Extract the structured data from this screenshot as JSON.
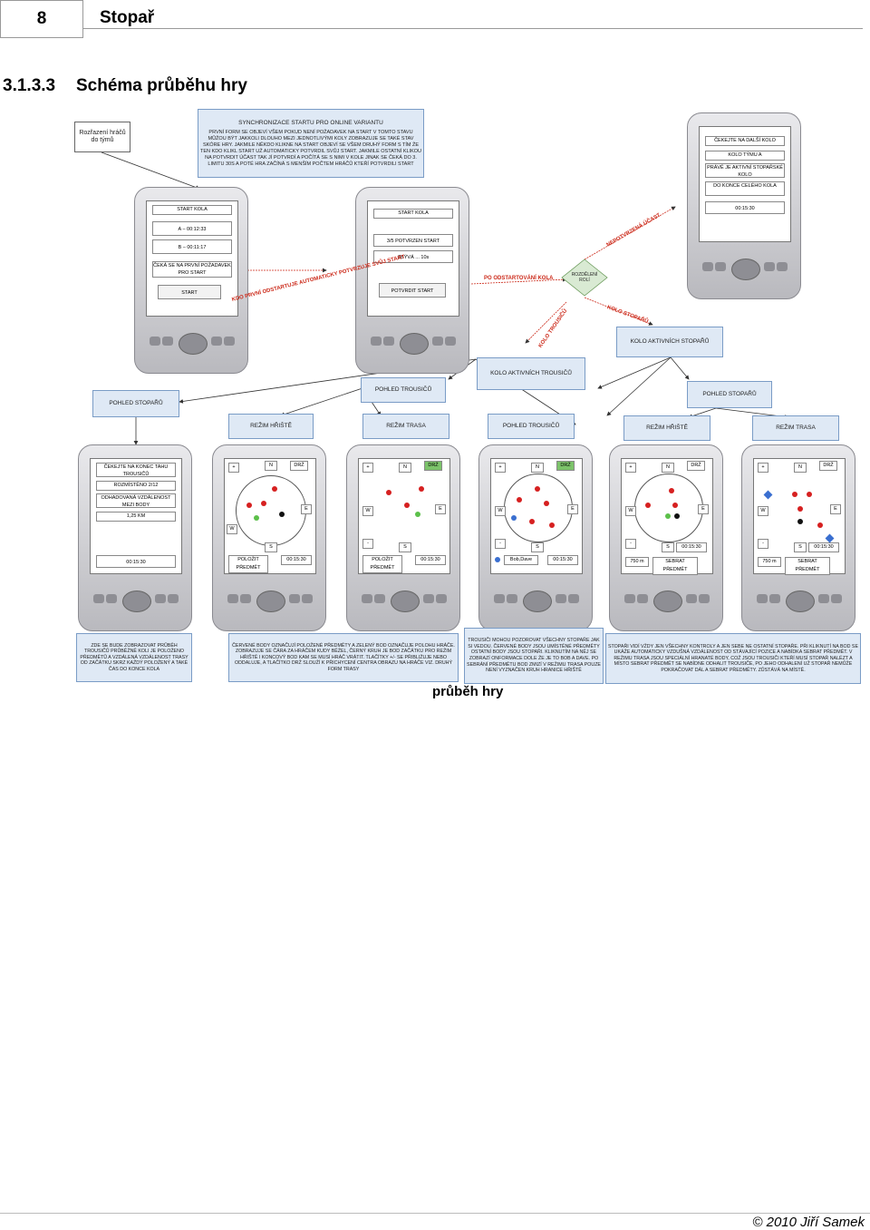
{
  "header": {
    "page_number": "8",
    "title": "Stopař"
  },
  "section": {
    "number": "3.1.3.3",
    "title": "Schéma průběhu hry"
  },
  "diagram": {
    "top_note": "SYNCHRONIZACE STARTU PRO ONLINE VARIANTU",
    "sync_text": "PRVNÍ FORM SE OBJEVÍ VŠEM POKUD NENÍ POŽADAVEK NA START V TOMTO STAVU MŮŽOU BÝT JAKKOLI DLOUHO MEZI JEDNOTLIVÝMI KOLY ZOBRAZUJE SE TAKÉ STAV SKÓRE HRY. JAKMILE NĚKDO KLIKNE NA START OBJEVÍ SE VŠEM DRUHÝ FORM S TÍM ŽE TEN KDO KLIKL START UŽ AUTOMATICKY POTVRDIL SVŮJ START. JAKMILE OSTATNÍ KLIKOU NA POTVRDIT ÚČAST TAK JÍ POTVRDÍ A POČÍTÁ SE S NIMI V KOLE JINAK SE ČEKÁ DO 3. LIMITU 30S A POTÉ HRA ZAČÍNÁ S MENŠÍM POČTEM HRÁČŮ KTEŘÍ POTVRDILI START",
    "team_note": "Rozřazení hráčů do týmů",
    "dev1": {
      "title": "START KOLA",
      "a": "A – 00:12:33",
      "b": "B – 00:11:17",
      "wait": "ČEKÁ SE NA PRVNÍ POŽADAVEK PRO START",
      "btn": "START"
    },
    "dev2": {
      "title": "START KOLA",
      "confirmed": "3/5 POTVRZEN START",
      "remaining": "ZBÝVÁ ... 10s",
      "btn": "POTVRDIT START"
    },
    "dev3": {
      "wait": "ČEKEJTE NA DALŠÍ KOLO",
      "team": "KOLO TÝMU A",
      "active": "PRÁVĚ JE AKTIVNÍ STOPAŘSKÉ KOLO",
      "end": "DO KONCE CELÉHO KOLA",
      "time": "00:15:30"
    },
    "arrow_first": "KDO PRVNÍ ODSTARTUJE AUTOMATICKY POTVRZUJE SVŮJ START",
    "arrow_after": "PO ODSTARTOVÁNÍ KOLA",
    "decision": "ROZDĚLENÍ ROLÍ",
    "arrow_unconfirmed": "NEPOTVRZENÁ ÚČAST",
    "arrow_stoparu": "KOLO STOPAŘŮ",
    "arrow_trousicu": "KOLO TROUSIČŮ",
    "kolo_stoparu": "KOLO AKTIVNÍCH STOPAŘŮ",
    "kolo_trousicu": "KOLO AKTIVNÍCH TROUSIČŮ",
    "pohled_stoparu": "POHLED STOPAŘŮ",
    "pohled_trousicu": "POHLED TROUSIČŮ",
    "rezim_hriste": "REŽIM HŘIŠTĚ",
    "rezim_trasa": "REŽIM TRASA",
    "pohled_trousicu2": "POHLED TROUSIČŮ",
    "pohled_stoparu2": "POHLED STOPAŘŮ",
    "rezim_hriste2": "REŽIM HŘIŠTĚ",
    "rezim_trasa2": "REŽIM TRASA",
    "dev4": {
      "wait": "ČEKEJTE NA KONEC TAHU TROUSIČŮ",
      "placed": "ROZMÍSTĚNO 2/12",
      "estimate": "ODHADOVANÁ VZDÁLENOST MEZI BODY",
      "distance": "1,25 KM",
      "time": "00:15:30"
    },
    "compass": {
      "n": "N",
      "s": "S",
      "e": "E",
      "w": "W",
      "plus": "+",
      "minus": "-",
      "hold": "DRŽ"
    },
    "dev5": {
      "btn": "POLOŽIT PŘEDMĚT",
      "time": "00:15:30"
    },
    "dev6": {
      "btn": "POLOŽIT PŘEDMĚT",
      "time": "00:15:30"
    },
    "dev7": {
      "name": "Bob,Dave",
      "time": "00:15:30"
    },
    "dev8": {
      "dist": "750 m",
      "btn": "SEBRAT PŘEDMĚT",
      "time": "00:15:30"
    },
    "dev9": {
      "dist": "750 m",
      "btn": "SEBRAT PŘEDMĚT",
      "time": "00:15:30"
    },
    "note1": "ZDE SE BUDE ZOBRAZOVAT PRŮBĚH TROUSIČŮ PRŮBĚŽNĚ KOLI JE POLOŽENO PŘEDMĚTŮ A VZDÁLENÁ VZDÁLENOST TRASY OD ZAČÁTKU SKRZ KAŽDÝ POLOŽENÝ A TAKÉ ČAS DO KONCE KOLA",
    "note2": "ČERVENÉ BODY OZNAČUJÍ POLOŽENÉ PŘEDMĚTY A ZELENÝ BOD OZNAČUJE POLOHU HRÁČE. ZOBRAZUJE SE ČÁRA ZA HRÁČEM KUDY BĚŽEL, ČERNÝ KRUH JE BOD ZAČÁTKU PRO REŽIM HŘIŠTĚ I KONCOVÝ BOD KAM SE MUSÍ HRÁČ VRÁTIT. TLAČÍTKY +/- SE PŘIBLIŽUJE NEBO ODDALUJE, A TLAČÍTKO DRŽ SLOUŽÍ K PŘICHYCENÍ CENTRA OBRAZU NA HRÁČE VIZ. DRUHÝ FORM TRASY",
    "note3": "TROUSIČI MOHOU POZOROVAT VŠECHNY STOPAŘE JAK SI VEDOU. ČERVENÉ BODY JSOU UMÍSTĚNÉ PŘEDMĚTY OSTATNÍ BODY JSOU STOPAŘI. KLIKNUTÍM NA NĚJ SE ZOBRAZÍ ONFORMACE DOLE ŽE JE TO BOB A DAVE. PO SEBRÁNÍ PŘEDMĚTU BOD ZMIZÍ V REŽIMU TRASA POUZE NENÍ VYZNAČEN KRUH HRANICE HŘIŠTĚ",
    "note4": "STOPAŘI VIDÍ VŽDY JEN VŠECHNY KONTROLY A JEN SEBE NE OSTATNÍ STOPAŘE. PŘI KLIKNUTÍ NA BOD SE UKÁŽE AUTOMATICKY VZDUŠNÁ VZDÁLENOST OD STÁVAJÍCÍ POZICE A NABÍDKA SEBRAT PŘEDMĚT. V REŽIMU TRASA JSOU SPECIÁLNÍ HRANATÉ BODY, COŽ JSOU TROUSIČI KTEŘÍ MUSÍ STOPAŘ NALÉZT A MÍSTO SEBRAT PŘEDMĚT SE NABÍDNE ODHALIT TROUSIČE, PO JEHO ODHALENÍ UŽ STOPAŘ NEMŮŽE POKRAČOVAT DÁL A SEBRAT PŘEDMĚTY. ZŮSTÁVÁ NA MÍSTĚ."
  },
  "caption": "průběh hry",
  "footer": {
    "copyright": "© 2010 Jiří Samek"
  }
}
